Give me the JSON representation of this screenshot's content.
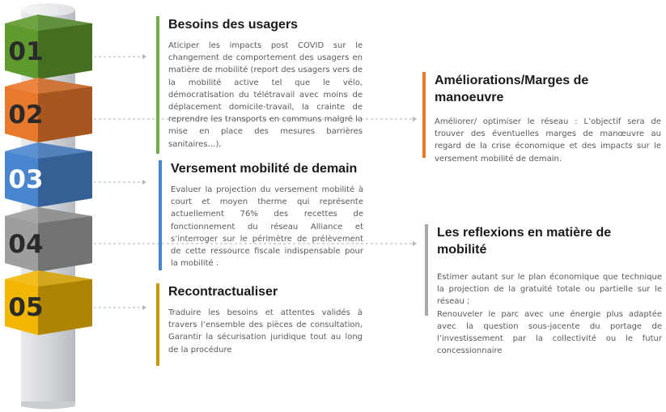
{
  "steps": [
    {
      "number": "01",
      "color": "#5f9a2e"
    },
    {
      "number": "02",
      "color": "#e8782b"
    },
    {
      "number": "03",
      "color": "#4a86cf"
    },
    {
      "number": "04",
      "color": "#9e9e9e"
    },
    {
      "number": "05",
      "color": "#f2b705"
    }
  ],
  "blocks": {
    "besoins": {
      "title": "Besoins des usagers",
      "text": "Aticiper les impacts post COVID sur le changement de comportement des usagers en matière de mobilité (report des usagers vers de la mobilité active tel que le vélo, démocratisation du télétravail avec moins de déplacement domicile-travail, la crainte de reprendre les transports en communs malgré la mise en place des mesures barrières sanitaires…),"
    },
    "versement": {
      "title": "Versement mobilité de demain",
      "text": "Evaluer la projection du versement mobilité à court et moyen therme qui représente actuellement 76% des recettes de fonctionnement du réseau Alliance et s’interroger sur le périmètre de prélèvement de cette ressource fiscale indispensable pour la mobilité ."
    },
    "recontractualiser": {
      "title": "Recontractualiser",
      "text": "Traduire les besoins et attentes validés à travers l’ensemble des pièces de consultation, Garantir la sécurisation juridique tout au long de la procédure"
    },
    "ameliorations": {
      "title": "Améliorations/Marges de manoeuvre",
      "text": "Améliorer/ optimiser le réseau : L’objectif sera de trouver des éventuelles marges de manœuvre au regard de la crise économique et des impacts sur le versement mobilité de demain."
    },
    "reflexions": {
      "title": "Les reflexions en matière de mobilité",
      "text1": "Estimer autant sur le plan économique que technique la projection de la gratuité totale ou partielle sur le réseau ;",
      "text2": "Renouveler le parc avec une énergie plus adaptée avec la question sous-jacente du portage de l’investissement par la collectivité ou le futur concessionnaire"
    }
  }
}
